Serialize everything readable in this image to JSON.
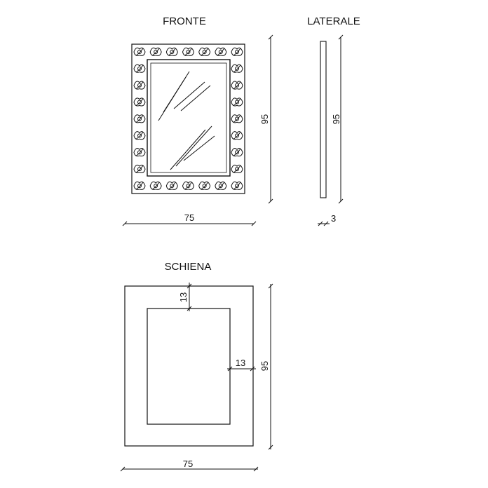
{
  "views": {
    "front": {
      "title": "FRONTE",
      "width": "75",
      "height": "95"
    },
    "side": {
      "title": "LATERALE",
      "depth": "3",
      "height": "95"
    },
    "back": {
      "title": "SCHIENA",
      "width": "75",
      "height": "95",
      "frame_top": "13",
      "frame_side": "13"
    }
  }
}
